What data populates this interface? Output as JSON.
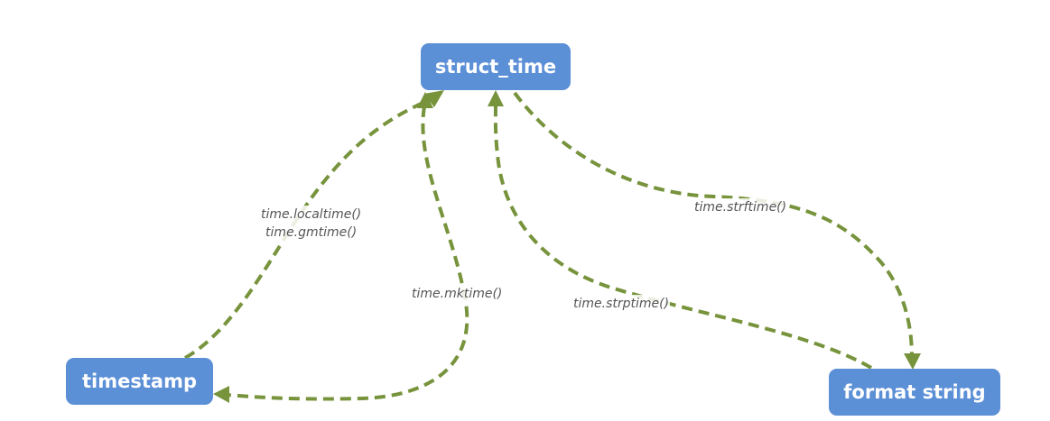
{
  "diagram": {
    "nodes": {
      "struct_time": "struct_time",
      "timestamp": "timestamp",
      "format_string": "format string"
    },
    "edges": {
      "localtime": {
        "from": "timestamp",
        "to": "struct_time",
        "label_line1": "time.localtime()",
        "label_line2": "time.gmtime()"
      },
      "mktime": {
        "from": "struct_time",
        "to": "timestamp",
        "label": "time.mktime()"
      },
      "strftime": {
        "from": "struct_time",
        "to": "format_string",
        "label": "time.strftime()"
      },
      "strptime": {
        "from": "format_string",
        "to": "struct_time",
        "label": "time.strptime()"
      }
    },
    "colors": {
      "node_fill": "#5b8fd6",
      "node_text": "#ffffff",
      "edge": "#77933c",
      "label_text": "#555555"
    }
  }
}
